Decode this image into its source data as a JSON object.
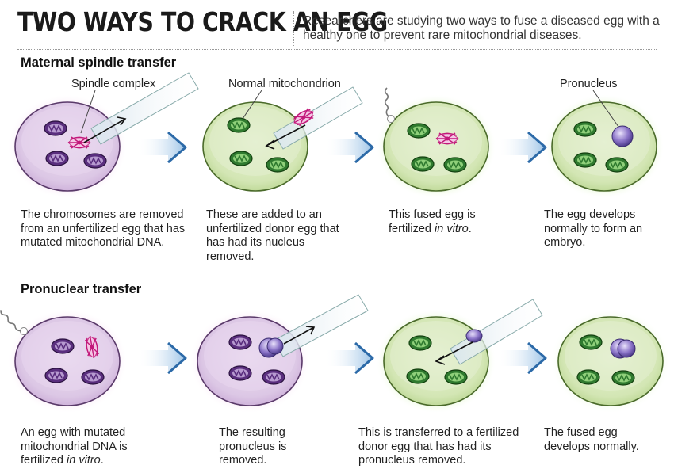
{
  "header": {
    "title": "TWO WAYS TO CRACK AN EGG",
    "subtitle": "Researchers are studying two ways to fuse a diseased egg with a healthy one to prevent rare mitochondrial diseases."
  },
  "sections": [
    {
      "title": "Maternal spindle transfer",
      "labels": [
        "Spindle complex",
        "Normal mitochondrion",
        "Pronucleus"
      ],
      "steps": [
        {
          "caption": "The chromosomes are removed from an unfertilized egg that has mutated mitochondrial DNA."
        },
        {
          "caption": "These are added to an unfertilized donor egg that has had its nucleus removed."
        },
        {
          "caption_pre": "This fused egg is fertilized ",
          "caption_em": "in vitro",
          "caption_post": "."
        },
        {
          "caption": "The egg develops normally to form an embryo."
        }
      ]
    },
    {
      "title": "Pronuclear transfer",
      "steps": [
        {
          "caption_pre": "An egg with mutated mitochondrial DNA is fertilized ",
          "caption_em": "in vitro",
          "caption_post": "."
        },
        {
          "caption": "The resulting pronucleus is removed."
        },
        {
          "caption": "This is transferred to a fertilized donor egg that has had its pronucleus removed."
        },
        {
          "caption": "The fused egg develops normally."
        }
      ]
    }
  ],
  "colors": {
    "diseased_egg": "#d7bfe0",
    "donor_egg": "#cde3a8",
    "mutated_mito": "#6b3e8e",
    "normal_mito": "#3f8a3a",
    "spindle": "#c2187a",
    "pronucleus": "#7a62b8",
    "arrow": "#3a7fc0"
  }
}
